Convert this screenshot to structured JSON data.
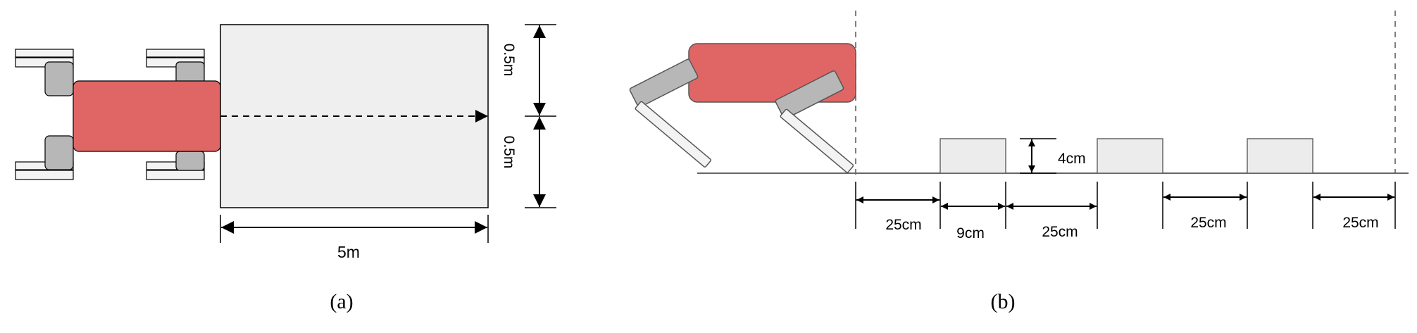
{
  "panels": {
    "a": {
      "caption": "(a)",
      "dimensions": {
        "half_width_top": "0.5m",
        "half_width_bottom": "0.5m",
        "length": "5m"
      }
    },
    "b": {
      "caption": "(b)",
      "dimensions": {
        "obstacle_height": "4cm",
        "gap_1": "25cm",
        "obstacle_width": "9cm",
        "gap_2": "25cm",
        "gap_3": "25cm",
        "gap_4": "25cm"
      }
    }
  },
  "colors": {
    "robot_body": "#e06666",
    "leg": "#b7b7b7",
    "foot": "#f3f3f3",
    "area": "#efefef",
    "obstacle": "#ececec",
    "line": "#000000"
  }
}
